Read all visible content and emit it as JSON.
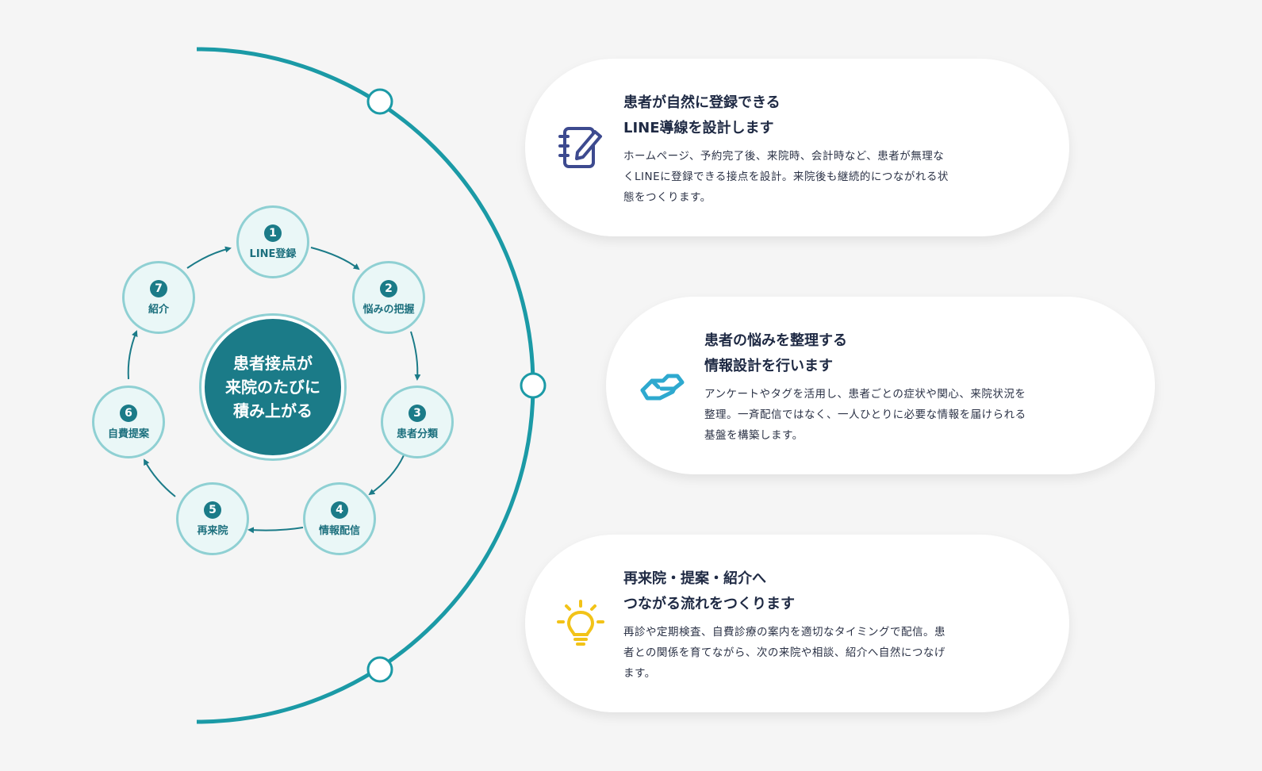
{
  "cycle": {
    "center": [
      "患者接点が",
      "来院のたびに",
      "積み上がる"
    ],
    "steps": [
      {
        "num": "1",
        "label": "LINE登録"
      },
      {
        "num": "2",
        "label": "悩みの把握"
      },
      {
        "num": "3",
        "label": "患者分類"
      },
      {
        "num": "4",
        "label": "情報配信"
      },
      {
        "num": "5",
        "label": "再来院"
      },
      {
        "num": "6",
        "label": "自費提案"
      },
      {
        "num": "7",
        "label": "紹介"
      }
    ]
  },
  "cards": [
    {
      "icon": "notebook-pen-icon",
      "icon_color": "#3d4a8f",
      "title": [
        "患者が自然に登録できる",
        "LINE導線を設計します"
      ],
      "body": [
        "ホームページ、予約完了後、来院時、会計時など、患者が無理な",
        "くLINEに登録できる接点を設計。来院後も継続的につながれる状",
        "態をつくります。"
      ]
    },
    {
      "icon": "handshake-icon",
      "icon_color": "#2ea9cf",
      "title": [
        "患者の悩みを整理する",
        "情報設計を行います"
      ],
      "body": [
        "アンケートやタグを活用し、患者ごとの症状や関心、来院状況を",
        "整理。一斉配信ではなく、一人ひとりに必要な情報を届けられる",
        "基盤を構築します。"
      ]
    },
    {
      "icon": "lightbulb-icon",
      "icon_color": "#f2c318",
      "title": [
        "再来院・提案・紹介へ",
        "つながる流れをつくります"
      ],
      "body": [
        "再診や定期検査、自費診療の案内を適切なタイミングで配信。患",
        "者との関係を育てながら、次の来院や相談、紹介へ自然につなげ",
        "ます。"
      ]
    }
  ],
  "colors": {
    "teal": "#1b9aa6",
    "dark_teal": "#1b7b88",
    "light_teal": "#8fd0d3",
    "node_bg": "#eaf7f7"
  }
}
